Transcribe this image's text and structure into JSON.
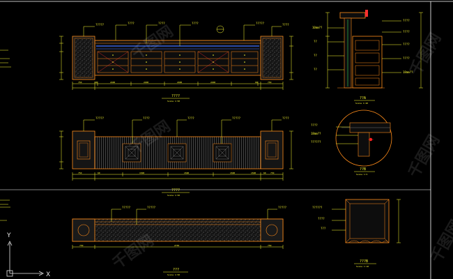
{
  "colors": {
    "background": "#000000",
    "outline": "#ff8c1a",
    "dimension": "#ffff33",
    "inner_lines": "#ff3030",
    "glass_blue": "#3b6cff",
    "hatch": "#8a8a8a",
    "frame": "#ffffff",
    "leader": "#33ff66",
    "section_marker": "#ff2020",
    "axis": "#e6e6e6"
  },
  "ucs": {
    "x_label": "X",
    "y_label": "Y"
  },
  "views": {
    "front_elevation": {
      "title": "????",
      "scale": "Scale 1:50"
    },
    "rear_elevation": {
      "title": "????",
      "scale": "Scale 1:50"
    },
    "plan_view": {
      "title": "???",
      "scale": "Scale 1:50"
    },
    "side_section": {
      "title": "??A",
      "scale": "Scale 1:20"
    },
    "detail_circle": {
      "title": "??B",
      "scale": "Scale 1:5"
    },
    "detail_box": {
      "title": "???B",
      "scale": "Scale 1:10"
    }
  },
  "labels": {
    "front_elevation": [
      "?????",
      "????",
      "????",
      "????",
      "?????",
      "????"
    ],
    "rear_elevation": [
      "?????",
      "????",
      "????",
      "?????",
      "????"
    ],
    "plan_view": [
      "?????",
      "?????",
      "?????"
    ],
    "side_section_left": [
      "10mm??",
      "??",
      "??",
      "??",
      "???"
    ],
    "side_section_right": [
      "????",
      "????",
      "????",
      "????",
      "18mm??"
    ],
    "detail_circle": [
      "????",
      "18mm??",
      "??????"
    ],
    "detail_box": [
      "??????",
      "????",
      "???"
    ]
  },
  "dimensions": {
    "front_elevation": [
      "750",
      "60",
      "2400",
      "2400",
      "2400",
      "2400",
      "60",
      "750"
    ],
    "rear_elevation": [
      "750",
      "60",
      "1500",
      "1500",
      "1500",
      "1500",
      "60",
      "750"
    ],
    "plan_view": [
      "750",
      "2750",
      "750"
    ],
    "side_section": [
      "450",
      "600",
      "150"
    ]
  },
  "watermarks": [
    "千图网",
    "千图网",
    "千图网",
    "千图网",
    "千图网",
    "千图网"
  ]
}
